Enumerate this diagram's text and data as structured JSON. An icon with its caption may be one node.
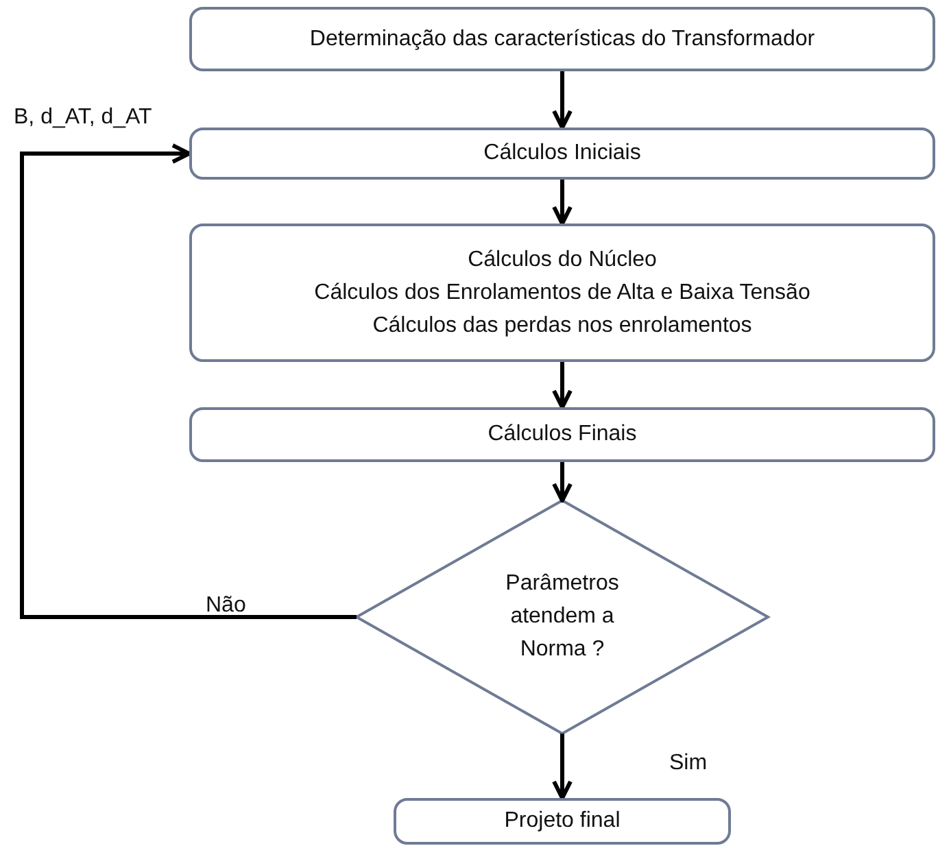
{
  "diagram": {
    "nodes": [
      {
        "text": [
          "Determinação das características do Transformador"
        ]
      },
      {
        "text": [
          "Cálculos Iniciais"
        ]
      },
      {
        "text": [
          "Cálculos do Núcleo",
          "Cálculos dos Enrolamentos de Alta e Baixa Tensão",
          "Cálculos das perdas nos enrolamentos"
        ]
      },
      {
        "text": [
          "Cálculos Finais"
        ]
      },
      {
        "text": [
          "Parâmetros atendem a Norma ?"
        ]
      },
      {
        "text": [
          "Projeto final"
        ]
      }
    ],
    "edges": [
      {
        "from": 0,
        "to": 1,
        "arrow": "to"
      },
      {
        "from": 1,
        "to": 2,
        "arrow": "to"
      },
      {
        "from": 2,
        "to": 3,
        "arrow": "to"
      },
      {
        "from": 3,
        "to": 4,
        "arrow": "to"
      },
      {
        "from": 4,
        "to": 1,
        "arrow": "to",
        "label": "Não"
      },
      {
        "from": 4,
        "to": 5,
        "arrow": "to",
        "label": "Sim"
      }
    ],
    "labels": [
      "B, d_AT, d_AT"
    ]
  }
}
